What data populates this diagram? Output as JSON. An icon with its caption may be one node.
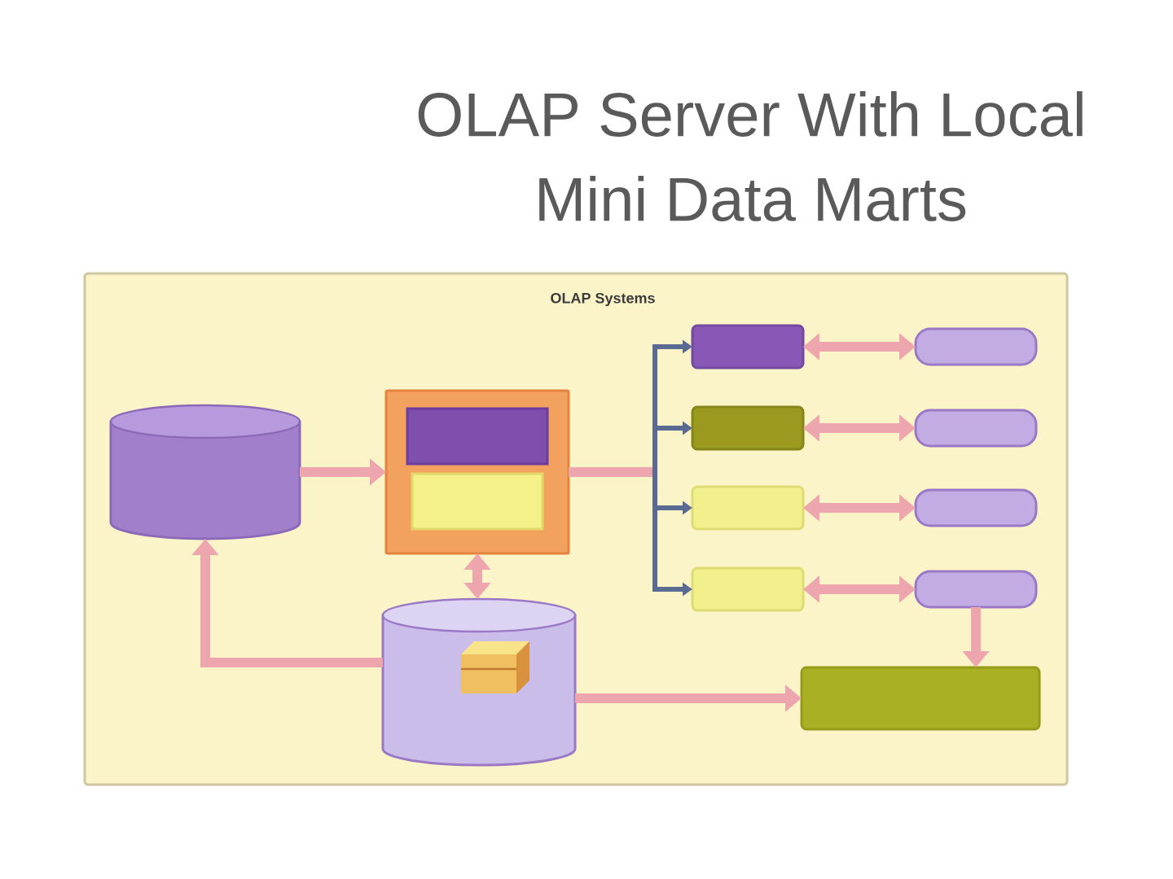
{
  "diagram": {
    "title": "OLAP Server With Local Mini Data Marts",
    "nodes": [
      {
        "text": [
          "OLAP Systems"
        ]
      },
      {
        "text": [],
        "shape": "cylinder",
        "in": 0
      },
      {
        "text": [],
        "shape": "box",
        "in": 0
      },
      {
        "text": [],
        "shape": "box",
        "in": 2
      },
      {
        "text": [],
        "shape": "box",
        "in": 2
      },
      {
        "text": [],
        "shape": "box",
        "in": 0
      },
      {
        "text": [],
        "shape": "box",
        "in": 0
      },
      {
        "text": [],
        "shape": "box",
        "in": 0
      },
      {
        "text": [],
        "shape": "box",
        "in": 0
      },
      {
        "text": [],
        "shape": "box",
        "in": 0
      },
      {
        "text": [],
        "shape": "box",
        "in": 0
      },
      {
        "text": [],
        "shape": "box",
        "in": 0
      },
      {
        "text": [],
        "shape": "box",
        "in": 0
      },
      {
        "text": [],
        "shape": "cylinder",
        "in": 0
      },
      {
        "text": [],
        "shape": "box",
        "in": 0
      }
    ],
    "edges": [
      {
        "from": 1,
        "to": 2,
        "arrow": "to"
      },
      {
        "from": 2,
        "to": 5,
        "arrow": "to",
        "color": "#5b6a93"
      },
      {
        "from": 2,
        "to": 6,
        "arrow": "to",
        "color": "#5b6a93"
      },
      {
        "from": 2,
        "to": 7,
        "arrow": "to",
        "color": "#5b6a93"
      },
      {
        "from": 2,
        "to": 8,
        "arrow": "to",
        "color": "#5b6a93"
      },
      {
        "from": 5,
        "to": 9,
        "arrow": "both"
      },
      {
        "from": 6,
        "to": 10,
        "arrow": "both"
      },
      {
        "from": 7,
        "to": 11,
        "arrow": "both"
      },
      {
        "from": 8,
        "to": 12,
        "arrow": "both"
      },
      {
        "from": 2,
        "to": 13,
        "arrow": "both"
      },
      {
        "from": 13,
        "to": 1,
        "arrow": "to"
      },
      {
        "from": 13,
        "to": 14,
        "arrow": "to"
      },
      {
        "from": 12,
        "to": 14,
        "arrow": "to"
      }
    ]
  }
}
